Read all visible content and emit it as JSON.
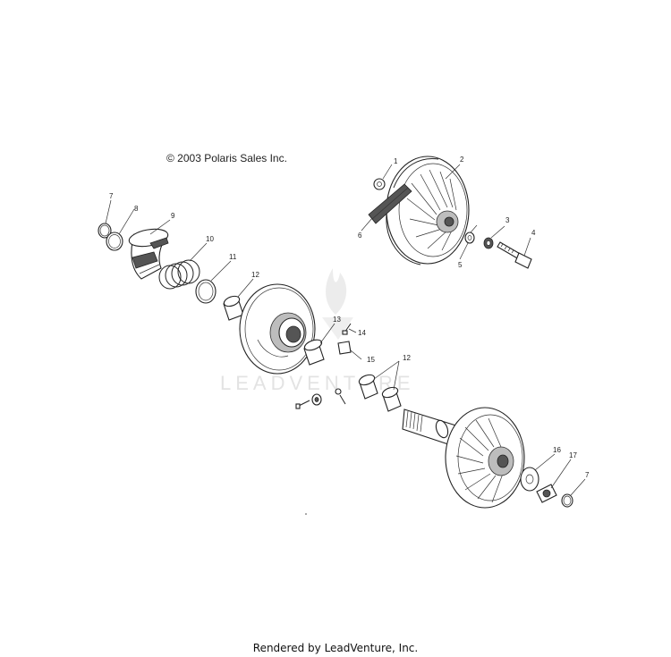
{
  "copyright": "© 2003 Polaris Sales Inc.",
  "watermark": "LEADVENTURE",
  "footer": "Rendered by LeadVenture, Inc.",
  "callouts": {
    "c1": "1",
    "c2": "2",
    "c3": "3",
    "c4": "4",
    "c5": "5",
    "c6": "6",
    "c7a": "7",
    "c8": "8",
    "c9": "9",
    "c10": "10",
    "c11": "11",
    "c12a": "12",
    "c13": "13",
    "c14": "14",
    "c15": "15",
    "c12b": "12",
    "c16": "16",
    "c17": "17",
    "c7b": "7"
  }
}
